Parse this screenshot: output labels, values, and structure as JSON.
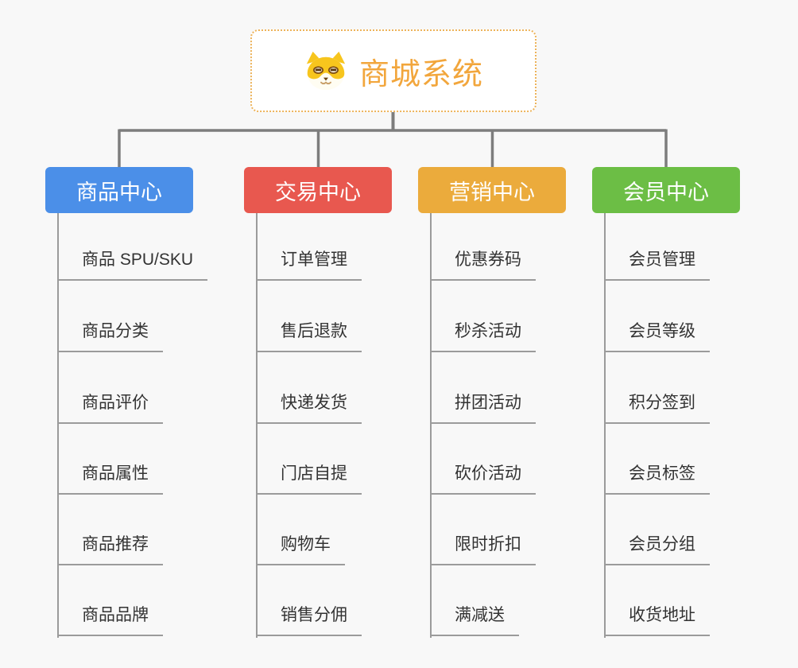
{
  "root": {
    "title": "商城系统",
    "icon": "dog-face-icon"
  },
  "branches": [
    {
      "label": "商品中心",
      "color": "#4b8fe8",
      "items": [
        "商品 SPU/SKU",
        "商品分类",
        "商品评价",
        "商品属性",
        "商品推荐",
        "商品品牌"
      ]
    },
    {
      "label": "交易中心",
      "color": "#e8584f",
      "items": [
        "订单管理",
        "售后退款",
        "快递发货",
        "门店自提",
        "购物车",
        "销售分佣"
      ]
    },
    {
      "label": "营销中心",
      "color": "#ebab3c",
      "items": [
        "优惠券码",
        "秒杀活动",
        "拼团活动",
        "砍价活动",
        "限时折扣",
        "满减送"
      ]
    },
    {
      "label": "会员中心",
      "color": "#6cbe45",
      "items": [
        "会员管理",
        "会员等级",
        "积分签到",
        "会员标签",
        "会员分组",
        "收货地址"
      ]
    }
  ],
  "colors": {
    "background": "#f8f8f8",
    "connector": "#7d7d7d",
    "leaf_line": "#9b9b9b",
    "root_accent": "#f2a63c",
    "leaf_text": "#333333"
  }
}
